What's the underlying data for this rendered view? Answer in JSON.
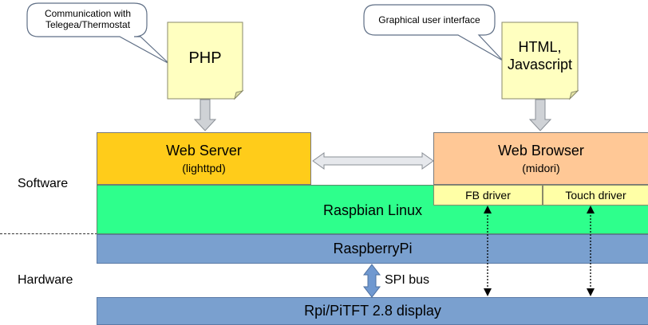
{
  "callouts": {
    "php": "Communication with\nTelegea/Thermostat",
    "gui": "Graphical user interface"
  },
  "notes": {
    "php": "PHP",
    "html": "HTML,\nJavascript"
  },
  "boxes": {
    "web_server": {
      "title": "Web Server",
      "subtitle": "(lighttpd)"
    },
    "web_browser": {
      "title": "Web Browser",
      "subtitle": "(midori)"
    },
    "fb_driver": "FB driver",
    "touch_driver": "Touch driver",
    "raspbian": "Raspbian Linux",
    "raspberrypi": "RaspberryPi",
    "display": "Rpi/PiTFT 2.8 display"
  },
  "side_labels": {
    "software": "Software",
    "hardware": "Hardware"
  },
  "connections": {
    "spi_bus": "SPI bus"
  },
  "colors": {
    "web_server": "#ffcc1a",
    "web_browser": "#ffc896",
    "drivers": "#ffffa6",
    "raspbian": "#2eff8c",
    "hardware": "#7aa0cf",
    "note": "#ffffc0",
    "arrow": "#cfd2d6"
  }
}
